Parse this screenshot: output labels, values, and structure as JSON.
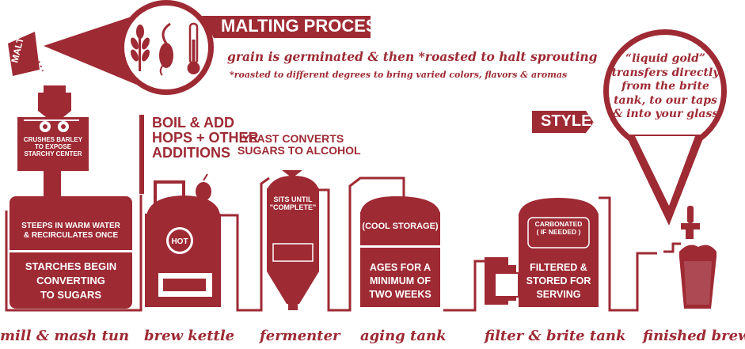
{
  "malting": {
    "title": "MALTING PROCESS",
    "line1": "grain is germinated & then *roasted to halt sprouting",
    "line2": "*roasted to different degrees to bring varied colors, flavors & aromas",
    "bag_label": "MALT"
  },
  "mill": {
    "crush_text": [
      "CRUSHES BARLEY",
      "TO EXPOSE",
      "STARCHY CENTER"
    ],
    "steep_text": [
      "STEEPS IN WARM WATER",
      "& RECIRCULATES ONCE"
    ],
    "starch_text": [
      "STARCHES BEGIN",
      "CONVERTING",
      "TO SUGARS"
    ],
    "label": "mill & mash tun"
  },
  "kettle": {
    "boil_text": [
      "BOIL & ADD",
      "HOPS + OTHER",
      "ADDITIONS"
    ],
    "hot_label": "HOT",
    "label": "brew kettle"
  },
  "fermenter": {
    "yeast_text": [
      "YEAST CONVERTS",
      "SUGARS TO ALCOHOL"
    ],
    "sits_text": [
      "SITS UNTIL",
      "\"COMPLETE\""
    ],
    "label": "fermenter"
  },
  "aging": {
    "cool_text": "(COOL STORAGE)",
    "ages_text": [
      "AGES FOR A",
      "MINIMUM OF",
      "TWO WEEKS"
    ],
    "label": "aging tank"
  },
  "brite": {
    "carbonated_text": [
      "CARBONATED",
      "( IF NEEDED )"
    ],
    "filtered_text": [
      "FILTERED &",
      "STORED FOR",
      "SERVING"
    ],
    "label": "filter & brite tank"
  },
  "finished": {
    "styles_title": "STYLES",
    "quote": [
      "“liquid gold”",
      "transfers directly",
      "from the brite",
      "tank, to our taps",
      "& into your glass"
    ],
    "label": "finished brew"
  },
  "colors": {
    "brand": "#9e2a34",
    "white": "#ffffff"
  },
  "icons": [
    "malt-bag-icon",
    "wheat-icon",
    "sprout-icon",
    "thermometer-icon",
    "hop-icon",
    "beer-glass-icon",
    "tap-icon"
  ]
}
